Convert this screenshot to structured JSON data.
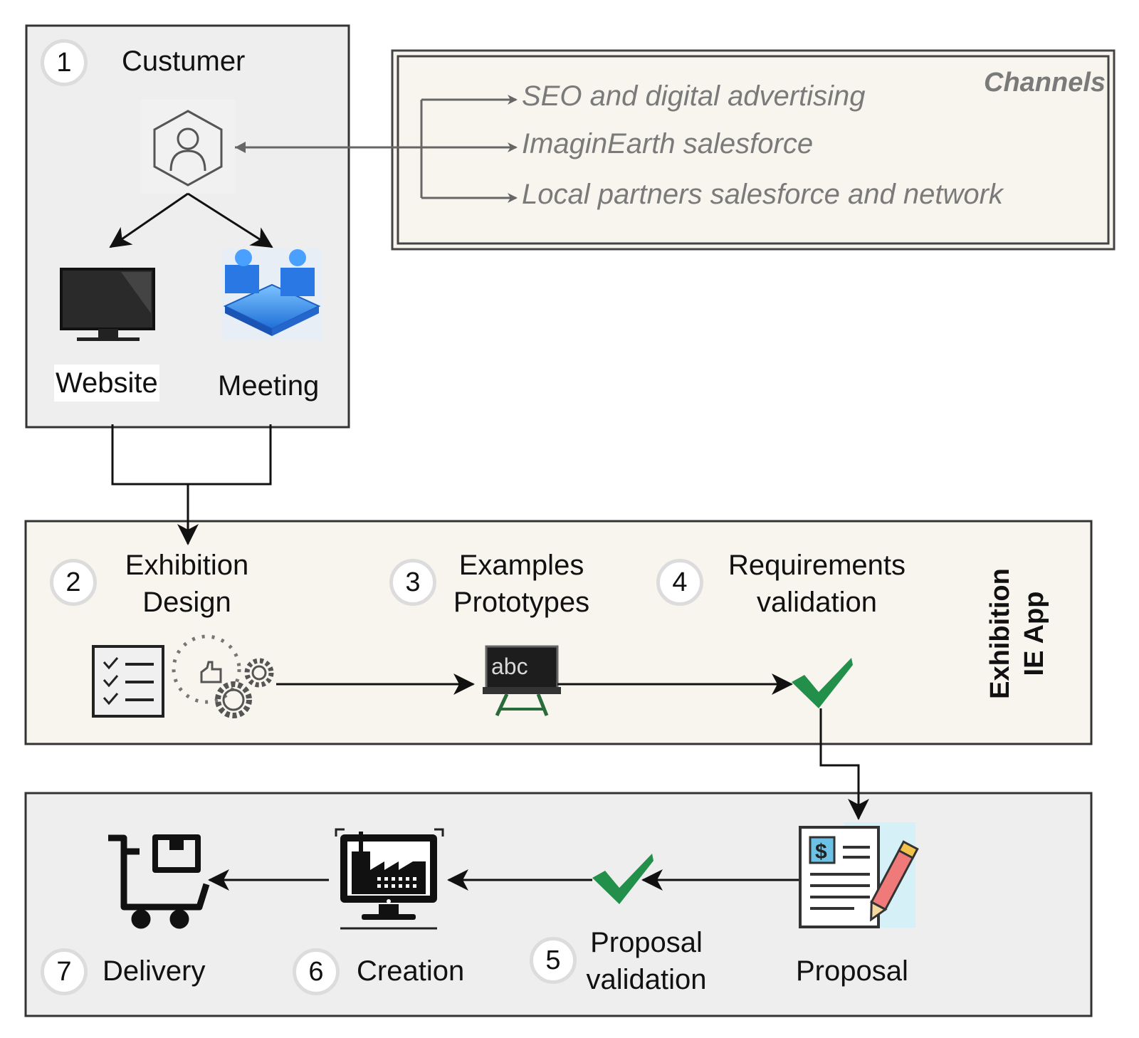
{
  "customer": {
    "step": "1",
    "title": "Custumer",
    "website_label": "Website",
    "meeting_label": "Meeting"
  },
  "channels": {
    "title": "Channels",
    "items": [
      "SEO and digital advertising",
      "ImaginEarth salesforce",
      "Local partners salesforce and network"
    ]
  },
  "app": {
    "label_line1": "Exhibition",
    "label_line2": "IE App",
    "steps": [
      {
        "step": "2",
        "line1": "Exhibition",
        "line2": "Design"
      },
      {
        "step": "3",
        "line1": "Examples",
        "line2": "Prototypes"
      },
      {
        "step": "4",
        "line1": "Requirements",
        "line2": "validation"
      }
    ],
    "board_text": "abc"
  },
  "production": {
    "steps": [
      {
        "step": "7",
        "label": "Delivery"
      },
      {
        "step": "6",
        "label": "Creation"
      },
      {
        "step": "5",
        "line1": "Proposal",
        "line2": "validation"
      },
      {
        "label": "Proposal"
      }
    ],
    "invoice_symbol": "$"
  },
  "colors": {
    "panel_gray": "#eeeeee",
    "panel_cream": "#f7f5ee",
    "border": "#333333",
    "channel_text": "#7a7a7a",
    "check_green": "#22904a",
    "meeting_blue": "#2b7de0",
    "pencil_red": "#f07a7a"
  },
  "icons": [
    "user-hexagon-icon",
    "monitor-icon",
    "meeting-icon",
    "checklist-icon",
    "gears-icon",
    "blackboard-icon",
    "check-icon",
    "invoice-icon",
    "factory-monitor-icon",
    "cart-icon"
  ]
}
